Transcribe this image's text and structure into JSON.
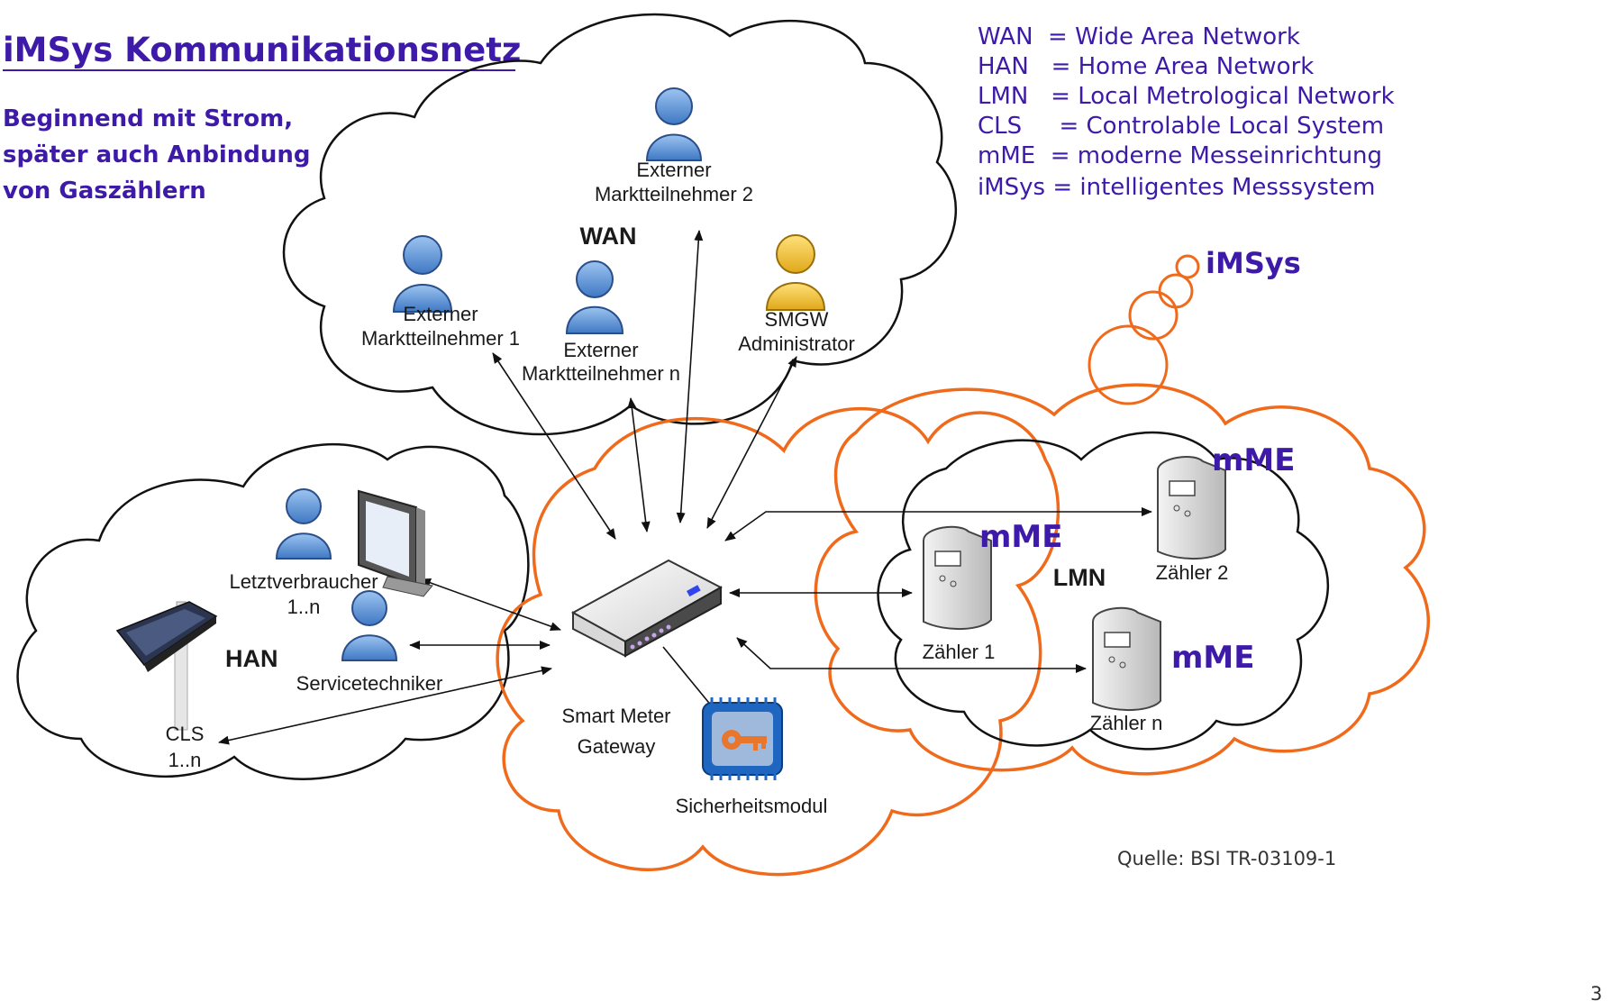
{
  "title": "iMSys Kommunikationsnetz",
  "subtitle_lines": [
    "Beginnend mit Strom,",
    "später auch Anbindung",
    "von Gaszählern"
  ],
  "legend": [
    "WAN  = Wide Area Network",
    "HAN   = Home Area Network",
    "LMN   = Local Metrological Network",
    "CLS     = Controlable Local System",
    "mME  = moderne Messeinrichtung",
    "iMSys = intelligentes Messsystem"
  ],
  "imsys_label": "iMSys",
  "wan": {
    "label": "WAN",
    "ext2": [
      "Externer",
      "Marktteilnehmer 2"
    ],
    "ext1": [
      "Externer",
      "Marktteilnehmer 1"
    ],
    "extn": [
      "Externer",
      "Marktteilnehmer n"
    ],
    "admin": [
      "SMGW",
      "Administrator"
    ]
  },
  "han": {
    "label": "HAN",
    "consumer": [
      "Letztverbraucher",
      "1..n"
    ],
    "technician": "Servicetechniker",
    "cls": [
      "CLS",
      "1..n"
    ]
  },
  "gateway": [
    "Smart Meter",
    "Gateway"
  ],
  "security_module": "Sicherheitsmodul",
  "lmn": {
    "label": "LMN",
    "meter1": "Zähler 1",
    "meter2": "Zähler 2",
    "metern": "Zähler n",
    "mme_label": "mME"
  },
  "source": "Quelle:  BSI TR-03109-1",
  "page_number": "3",
  "colors": {
    "accent": "#3d1aa8",
    "orange_cloud": "#f06a1c",
    "person_blue": "#6b9bd6",
    "person_yellow": "#f2c744"
  }
}
